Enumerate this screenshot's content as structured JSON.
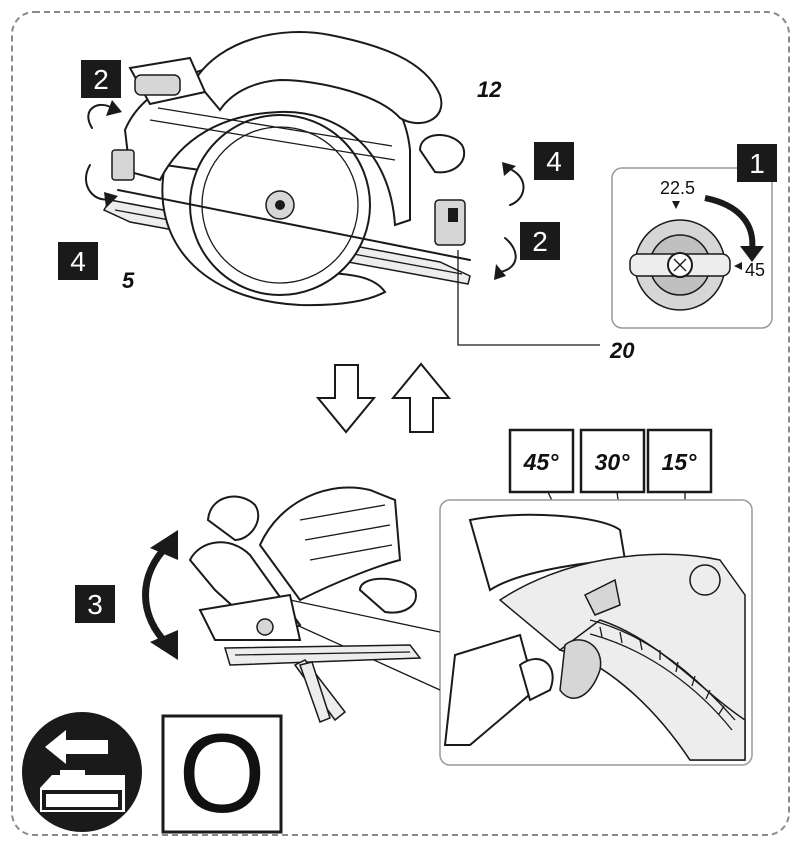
{
  "steps": {
    "step1": "1",
    "step2": "2",
    "step3": "3",
    "step4": "4"
  },
  "callouts": {
    "part5": "5",
    "part12": "12",
    "part20": "20"
  },
  "bevel_dial": {
    "mark_upper": "22.5",
    "mark_right": "45"
  },
  "bevel_scale": {
    "angle_a": "45°",
    "angle_b": "30°",
    "angle_c": "15°",
    "angle_d": ""
  },
  "symbols": {
    "big_letter": "O"
  },
  "icons": {
    "battery_remove": "battery-remove-icon",
    "arrow_down": "arrow-down-icon",
    "arrow_up": "arrow-up-icon",
    "rotate_arrow": "rotate-arrow-icon",
    "tilt_arrow": "double-curved-arrow-icon"
  },
  "colors": {
    "ink": "#1a1a1a",
    "panel_grey": "#d6d6d6",
    "frame": "#8a8a8a"
  }
}
